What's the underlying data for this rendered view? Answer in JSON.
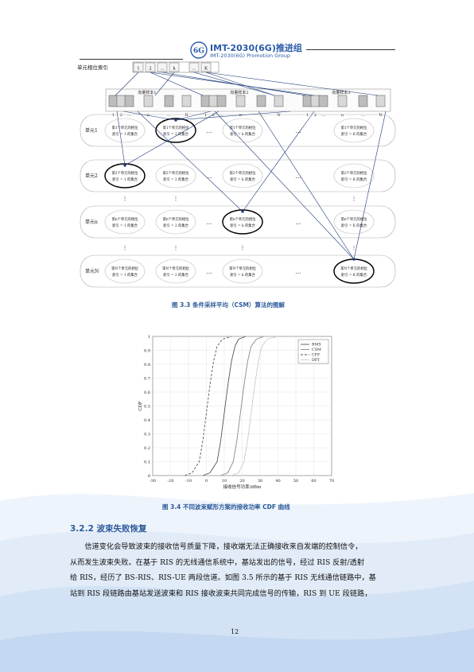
{
  "header": {
    "logo_text": "6G",
    "title": "IMT-2030(6G)推进组",
    "subtitle": "IMT-2030(6G) Promotion Group"
  },
  "figure33": {
    "index_label": "单元相位索引",
    "index_cells": [
      "1",
      "2",
      "…",
      "k",
      "…",
      "K"
    ],
    "groups": [
      "向量样本1",
      "向量样本2",
      "向量样本3"
    ],
    "group_ticks": [
      "1",
      "2",
      "…",
      "n",
      "…",
      "N"
    ],
    "rows": [
      {
        "label": "单元1",
        "cells": [
          "第1个单元的相位\n索引 = 1 的集合",
          "第1个单元的相位\n索引 = 2 的集合",
          "第1个单元的相位\n索引 = k 的集合",
          "第1个单元的相位\n索引 = K 的集合"
        ]
      },
      {
        "label": "单元2",
        "cells": [
          "第2个单元的相位\n索引 = 1 的集合",
          "第2个单元的相位\n索引 = 2 的集合",
          "第2个单元的相位\n索引 = k 的集合",
          "第2个单元的相位\n索引 = K 的集合"
        ]
      },
      {
        "label": "单元n",
        "cells": [
          "第n个单元的相位\n索引 = 1 的集合",
          "第n个单元的相位\n索引 = 2 的集合",
          "第n个单元的相位\n索引 = k 的集合",
          "第n个单元的相位\n索引 = K 的集合"
        ]
      },
      {
        "label": "单元N",
        "cells": [
          "第N个单元的相位\n索引 = 1 的集合",
          "第N个单元的相位\n索引 = 2 的集合",
          "第N个单元的相位\n索引 = k 的集合",
          "第N个单元的相位\n索引 = K 的集合"
        ]
      }
    ],
    "caption": "图 3.3  条件采样平均（CSM）算法的图解"
  },
  "chart_data": {
    "type": "line",
    "title": "",
    "xlabel": "接收信号功率/dBm",
    "ylabel": "CDF",
    "xlim": [
      -30,
      70
    ],
    "ylim": [
      0,
      1
    ],
    "xticks": [
      -30,
      -20,
      -10,
      0,
      10,
      20,
      30,
      40,
      50,
      60,
      70
    ],
    "yticks": [
      0,
      0.1,
      0.2,
      0.3,
      0.4,
      0.5,
      0.6,
      0.7,
      0.8,
      0.9,
      1
    ],
    "legend_position": "top-right",
    "series": [
      {
        "name": "RMS",
        "style": "solid",
        "color": "#555555",
        "x": [
          -2,
          2,
          6,
          8,
          10,
          12,
          14,
          16,
          18,
          22
        ],
        "y": [
          0,
          0.02,
          0.1,
          0.25,
          0.45,
          0.65,
          0.82,
          0.93,
          0.98,
          1
        ]
      },
      {
        "name": "CSM",
        "style": "solid",
        "color": "#888888",
        "x": [
          8,
          12,
          15,
          17,
          19,
          21,
          23,
          25,
          28,
          32
        ],
        "y": [
          0,
          0.02,
          0.1,
          0.25,
          0.45,
          0.65,
          0.82,
          0.93,
          0.98,
          1
        ]
      },
      {
        "name": "CFF",
        "style": "dashed",
        "color": "#555555",
        "x": [
          -12,
          -8,
          -4,
          -2,
          0,
          2,
          4,
          6,
          9,
          14
        ],
        "y": [
          0,
          0.02,
          0.1,
          0.25,
          0.45,
          0.65,
          0.82,
          0.93,
          0.98,
          1
        ]
      },
      {
        "name": "DFT",
        "style": "solid",
        "color": "#cccccc",
        "x": [
          14,
          18,
          21,
          23,
          25,
          27,
          29,
          31,
          34,
          40
        ],
        "y": [
          0,
          0.02,
          0.1,
          0.25,
          0.45,
          0.65,
          0.82,
          0.93,
          0.98,
          1
        ]
      }
    ]
  },
  "figure34": {
    "caption": "图 3.4  不同波束赋形方案的接收功率 CDF 曲线"
  },
  "section": {
    "heading": "3.2.2  波束失败恢复",
    "lines": [
      "　　信道变化会导致波束的接收信号质量下降，接收端无法正确接收来自发端的控制信令，",
      "从而发生波束失败。在基于 RIS 的无线通信系统中，基站发出的信号，经过 RIS 反射/透射",
      "给 RIS，经历了 BS-RIS、RIS-UE 两段信道。如图 3.5 所示的基于 RIS 无线通信链路中，基",
      "站到 RIS 段链路由基站发送波束和 RIS 接收波束共同完成信号的传输，RIS 到 UE 段链路，"
    ]
  },
  "page_number": "12",
  "colors": {
    "accent": "#2e5b9a",
    "wave": "#c9ddf3"
  }
}
